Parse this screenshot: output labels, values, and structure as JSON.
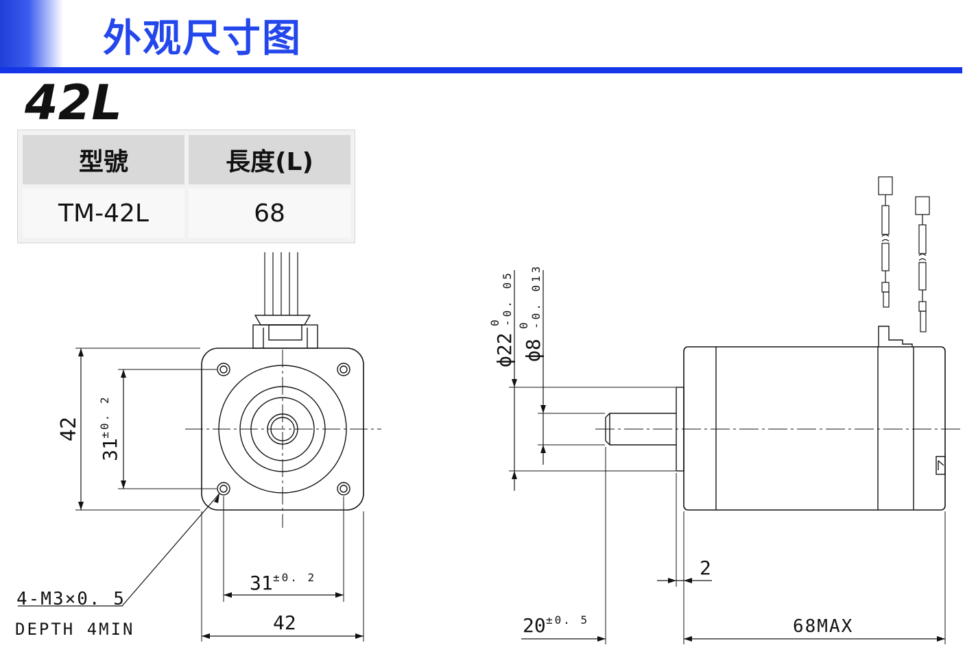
{
  "header": {
    "title": "外观尺寸图",
    "model_heading": "42L"
  },
  "spec_table": {
    "headers": [
      "型號",
      "長度(L)"
    ],
    "rows": [
      [
        "TM-42L",
        "68"
      ]
    ]
  },
  "front_view": {
    "dim_height": "42",
    "dim_hole_pitch_v": "31",
    "dim_hole_pitch_v_tol": "±0. 2",
    "dim_hole_pitch_h": "31",
    "dim_hole_pitch_h_tol": "±0. 2",
    "dim_width": "42",
    "thread_note": "4-M3×0. 5",
    "depth_note": "DEPTH 4MIN"
  },
  "side_view": {
    "boss_dia": "ϕ22",
    "boss_tol_upper": "0",
    "boss_tol_lower": "-0. 05",
    "shaft_dia": "ϕ8",
    "shaft_tol_upper": "0",
    "shaft_tol_lower": "-0. 013",
    "dim_boss_len": "2",
    "dim_shaft_len": "20",
    "dim_shaft_len_tol": "±0. 5",
    "dim_body_len": "68MAX"
  },
  "colors": {
    "accent_blue": "#1436e6",
    "title_blue": "#2447ec",
    "line": "#111111",
    "table_header": "#d9d9d9"
  }
}
